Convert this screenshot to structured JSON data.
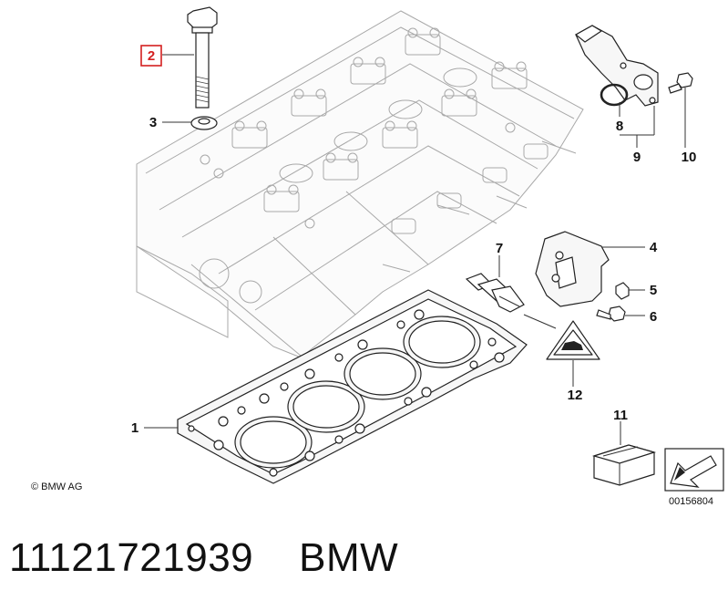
{
  "callouts": {
    "c1": "1",
    "c2": "2",
    "c3": "3",
    "c4": "4",
    "c5": "5",
    "c6": "6",
    "c7": "7",
    "c8": "8",
    "c9": "9",
    "c10": "10",
    "c11": "11",
    "c12": "12"
  },
  "copyright": "© BMW AG",
  "diagram_number": "00156804",
  "footer": {
    "part_number": "11121721939",
    "brand": "BMW"
  },
  "colors": {
    "highlight": "#d42020",
    "line": "#222222",
    "ghost": "#a8a8a8"
  }
}
